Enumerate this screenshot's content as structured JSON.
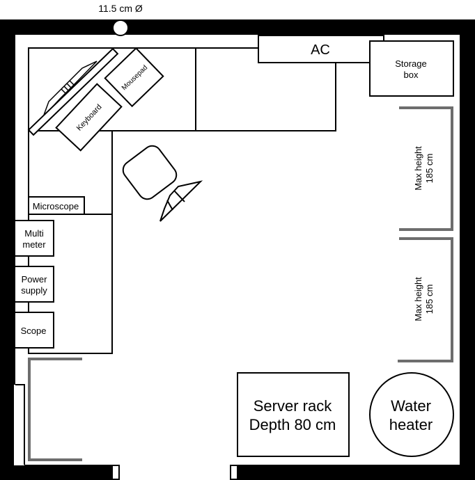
{
  "title": "Room floor plan",
  "colors": {
    "wall": "#000000",
    "shelf": "#6d6d6d",
    "background": "#ffffff"
  },
  "pipe": {
    "label": "11.5 cm Ø"
  },
  "labels": {
    "ac": "AC",
    "storage_box": [
      "Storage",
      "box"
    ],
    "keyboard": "Keyboard",
    "mousepad": "Mousepad",
    "microscope": "Microscope",
    "multimeter": [
      "Multi",
      "meter"
    ],
    "power_supply": [
      "Power",
      "supply"
    ],
    "scope": "Scope",
    "shelf_top": [
      "Max height",
      "185 cm"
    ],
    "shelf_bottom": [
      "Max height",
      "185 cm"
    ],
    "server_rack": [
      "Server rack",
      "Depth 80 cm"
    ],
    "water_heater": [
      "Water",
      "heater"
    ]
  }
}
